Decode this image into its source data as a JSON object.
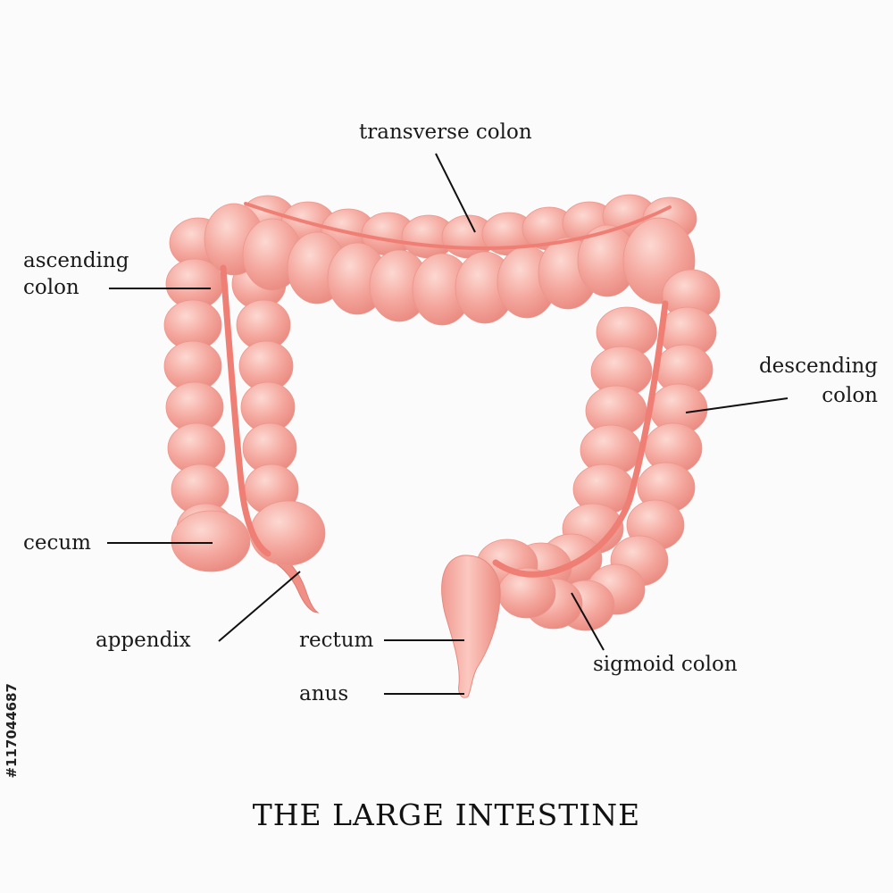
{
  "title": "THE LARGE INTESTINE",
  "watermark": "#117044687",
  "labels": {
    "transverse_colon": "transverse colon",
    "ascending_colon_line1": "ascending",
    "ascending_colon_line2": "colon",
    "descending_colon_line1": "descending",
    "descending_colon_line2": "colon",
    "cecum": "cecum",
    "appendix": "appendix",
    "rectum": "rectum",
    "anus": "anus",
    "sigmoid_colon": "sigmoid colon"
  },
  "colors": {
    "intestine_fill": "#f3a39a",
    "intestine_highlight": "#fbd4cd",
    "intestine_shadow": "#e47c72",
    "taenia_band": "#ef7f74",
    "leader_line": "#111111"
  }
}
